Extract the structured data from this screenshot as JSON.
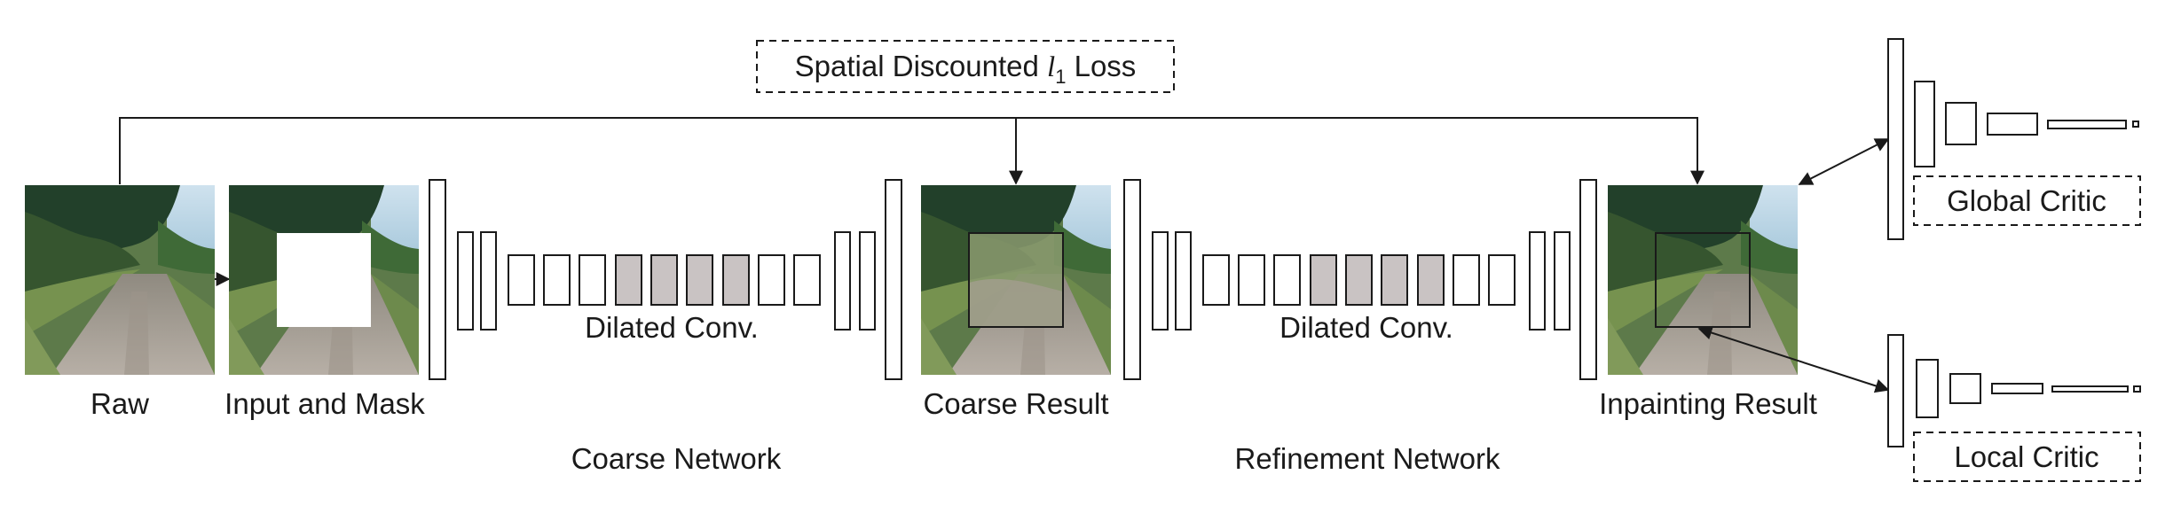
{
  "loss_box": {
    "prefix": "Spatial Discounted ",
    "symbol": "l",
    "subscript": "1",
    "suffix": " Loss"
  },
  "images": {
    "raw": "Raw",
    "input_mask": "Input and Mask",
    "coarse_result": "Coarse Result",
    "inpainting_result": "Inpainting Result"
  },
  "networks": {
    "coarse": {
      "label": "Coarse Network",
      "dilated_label": "Dilated Conv."
    },
    "refinement": {
      "label": "Refinement Network",
      "dilated_label": "Dilated Conv."
    }
  },
  "critics": {
    "global": "Global Critic",
    "local": "Local Critic"
  },
  "colors": {
    "line": "#1a1a1a",
    "dilated_fill": "#c9c3c3",
    "sky": "#bcd6e6",
    "foliage_dark": "#1f3a22",
    "foliage_mid": "#4d7040",
    "grass": "#6f8a55",
    "road": "#a79f96",
    "mask": "#ffffff"
  }
}
